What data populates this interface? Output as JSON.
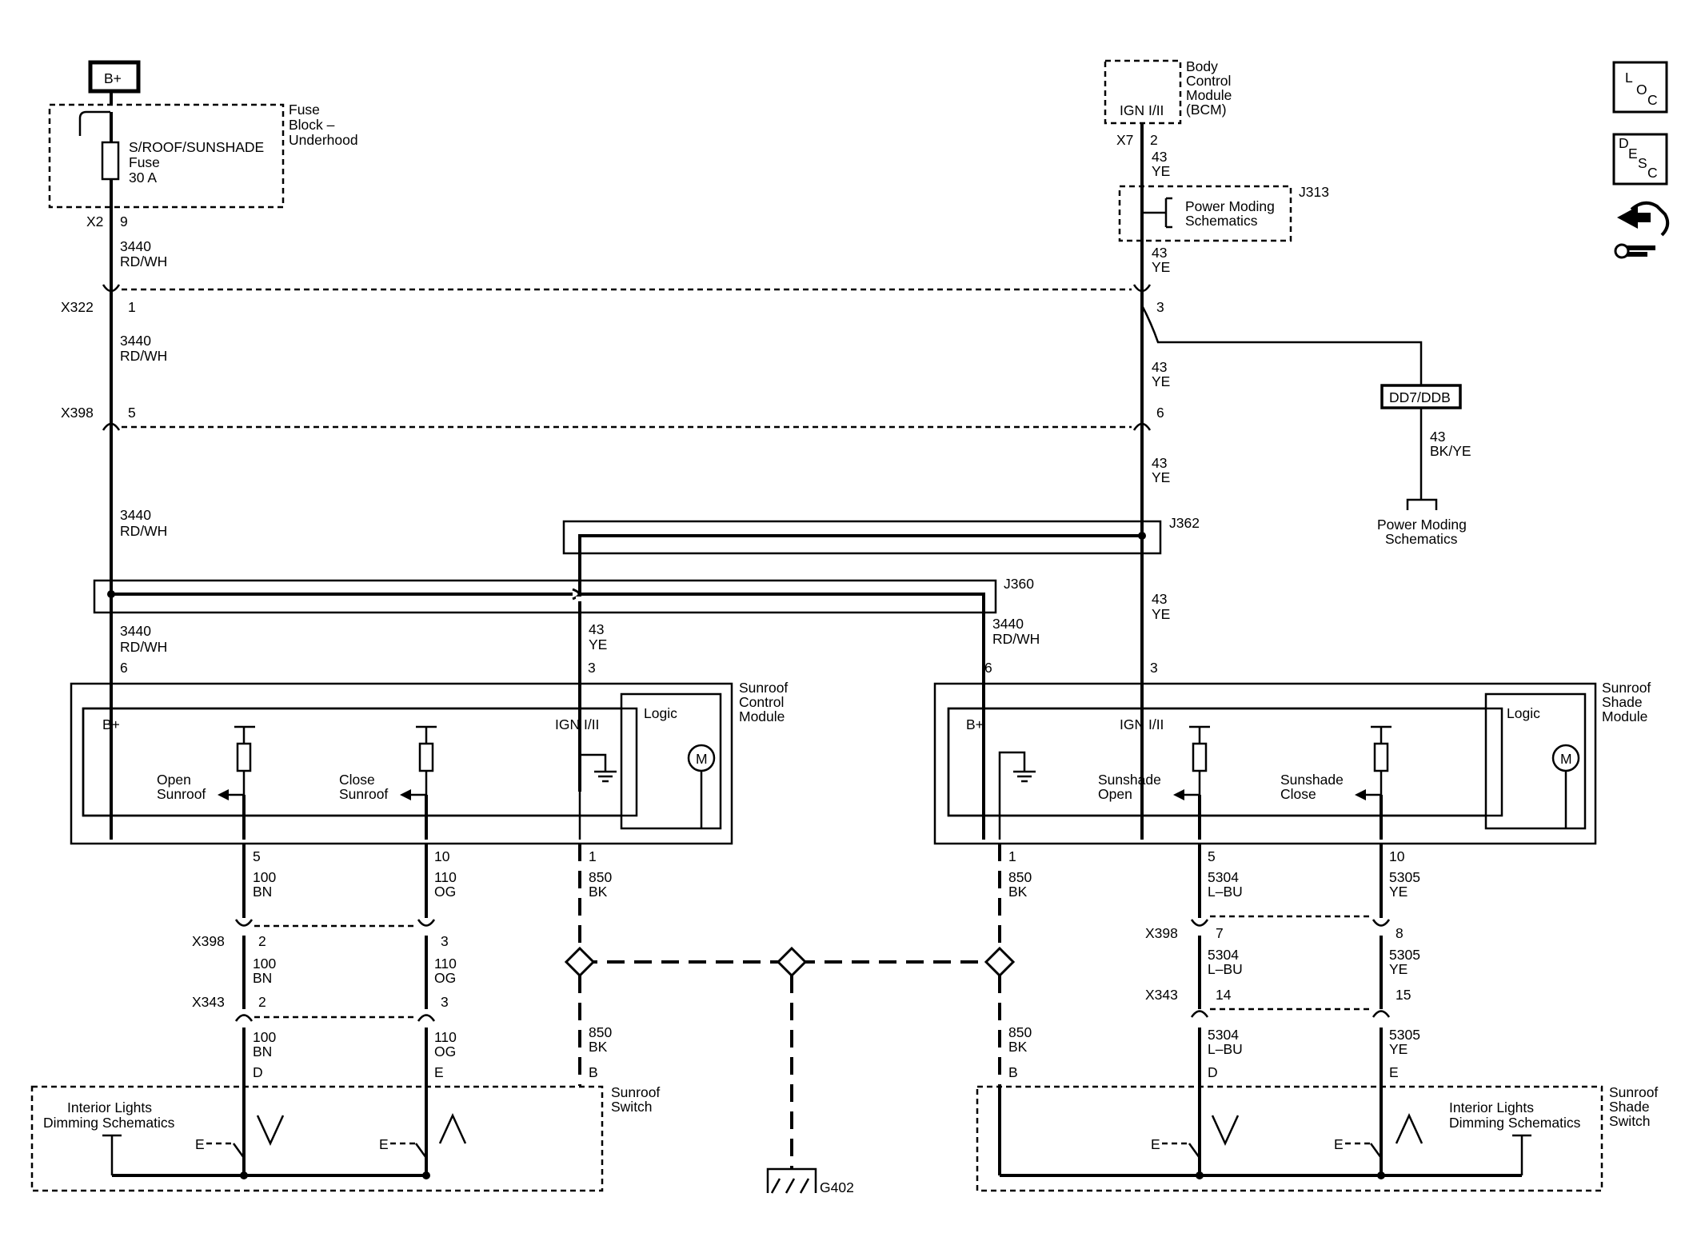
{
  "power": {
    "bplus": "B+"
  },
  "fuse_block": {
    "name": [
      "Fuse",
      "Block –",
      "Underhood"
    ],
    "fuse": [
      "S/ROOF/SUNSHADE",
      "Fuse",
      "30 A"
    ],
    "conn": "X2",
    "pin": "9"
  },
  "bcm": {
    "name": [
      "Body",
      "Control",
      "Module",
      "(BCM)"
    ],
    "signal": "IGN I/II",
    "conn": "X7",
    "pin": "2"
  },
  "j313": {
    "label": "J313",
    "text": [
      "Power Moding",
      "Schematics"
    ]
  },
  "j362": {
    "label": "J362"
  },
  "j360": {
    "label": "J360"
  },
  "dd7": {
    "label": "DD7/DDB",
    "wire": [
      "43",
      "BK/YE"
    ],
    "dest": [
      "Power Moding",
      "Schematics"
    ]
  },
  "connectors": {
    "x322": "X322",
    "x322_pin_left": "1",
    "x322_pin_right": "3",
    "x398": "X398",
    "x398_pin_left": "5",
    "x398_pin_right": "6",
    "x398_l1": "2",
    "x398_l2": "3",
    "x398_r1": "7",
    "x398_r2": "8",
    "x343": "X343",
    "x343_l1": "2",
    "x343_l2": "3",
    "x343_r1": "14",
    "x343_r2": "15"
  },
  "wires": {
    "w3440": [
      "3440",
      "RD/WH"
    ],
    "w43": [
      "43",
      "YE"
    ],
    "w100": [
      "100",
      "BN"
    ],
    "w110": [
      "110",
      "OG"
    ],
    "w850": [
      "850",
      "BK"
    ],
    "w5304": [
      "5304",
      "L–BU"
    ],
    "w5305": [
      "5305",
      "YE"
    ]
  },
  "sunroof_module": {
    "name": [
      "Sunroof",
      "Control",
      "Module"
    ],
    "bplus": "B+",
    "ign": "IGN I/II",
    "logic": "Logic",
    "motor": "M",
    "open": [
      "Open",
      "Sunroof"
    ],
    "close": [
      "Close",
      "Sunroof"
    ],
    "pin_b": "6",
    "pin_ign": "3",
    "pin_open": "5",
    "pin_close": "10",
    "pin_gnd": "1"
  },
  "shade_module": {
    "name": [
      "Sunroof",
      "Shade",
      "Module"
    ],
    "bplus": "B+",
    "ign": "IGN I/II",
    "logic": "Logic",
    "motor": "M",
    "open": [
      "Sunshade",
      "Open"
    ],
    "close": [
      "Sunshade",
      "Close"
    ],
    "pin_b": "6",
    "pin_ign": "3",
    "pin_gnd": "1",
    "pin_open": "5",
    "pin_close": "10"
  },
  "sunroof_switch": {
    "name": [
      "Sunroof",
      "Switch"
    ],
    "dim": [
      "Interior Lights",
      "Dimming Schematics"
    ],
    "pins": [
      "D",
      "E",
      "B"
    ],
    "e": "E"
  },
  "shade_switch": {
    "name": [
      "Sunroof",
      "Shade",
      "Switch"
    ],
    "dim": [
      "Interior Lights",
      "Dimming Schematics"
    ],
    "pins": [
      "B",
      "D",
      "E"
    ],
    "e": "E"
  },
  "ground": {
    "label": "G402"
  },
  "icons": {
    "loc": [
      "L",
      "O",
      "C"
    ],
    "desc": [
      "D",
      "E",
      "S",
      "C"
    ]
  }
}
